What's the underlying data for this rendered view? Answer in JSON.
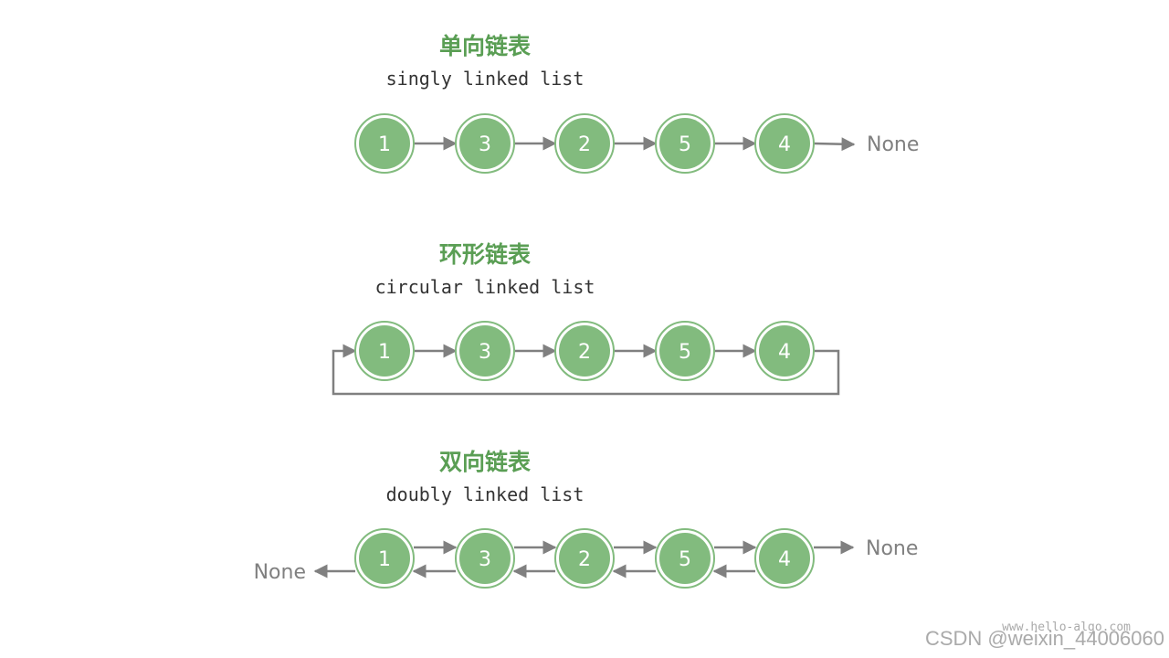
{
  "colors": {
    "title": "#5a9e54",
    "subtitle": "#333333",
    "node_fill": "#82bb7e",
    "node_ring": "#82bb7e",
    "node_text": "#ffffff",
    "arrow": "#808080",
    "none_text": "#808080",
    "watermark": "#aaaaaa"
  },
  "sections": [
    {
      "id": "singly",
      "title_cn": "单向链表",
      "title_en": "singly linked list",
      "type": "singly",
      "nodes": [
        "1",
        "3",
        "2",
        "5",
        "4"
      ],
      "tail_label": "None"
    },
    {
      "id": "circular",
      "title_cn": "环形链表",
      "title_en": "circular linked list",
      "type": "circular",
      "nodes": [
        "1",
        "3",
        "2",
        "5",
        "4"
      ]
    },
    {
      "id": "doubly",
      "title_cn": "双向链表",
      "title_en": "doubly linked list",
      "type": "doubly",
      "nodes": [
        "1",
        "3",
        "2",
        "5",
        "4"
      ],
      "head_label": "None",
      "tail_label": "None"
    }
  ],
  "watermark": {
    "site": "www.hello-algo.com",
    "csdn": "CSDN @weixin_44006060"
  }
}
